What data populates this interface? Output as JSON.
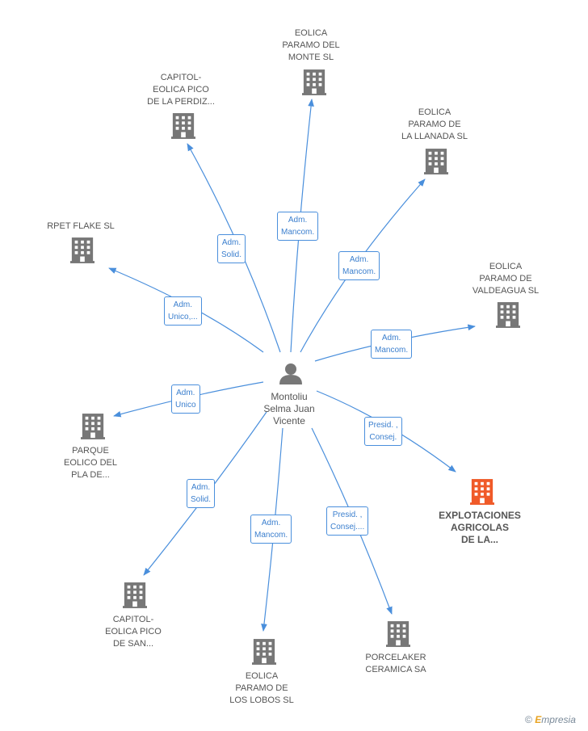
{
  "center": {
    "label": "Montoliu\nSelma Juan\nVicente",
    "icon": "person-icon"
  },
  "nodes": [
    {
      "id": "eolica-monte",
      "label": "EOLICA\nPARAMO DEL\nMONTE SL",
      "color": "#777777"
    },
    {
      "id": "capitol-perdiz",
      "label": "CAPITOL-\nEOLICA PICO\nDE LA PERDIZ...",
      "color": "#777777"
    },
    {
      "id": "eolica-llanada",
      "label": "EOLICA\nPARAMO DE\nLA LLANADA SL",
      "color": "#777777"
    },
    {
      "id": "rpet-flake",
      "label": "RPET FLAKE  SL",
      "color": "#777777"
    },
    {
      "id": "eolica-valdeagua",
      "label": "EOLICA\nPARAMO DE\nVALDEAGUA SL",
      "color": "#777777"
    },
    {
      "id": "parque-pla",
      "label": "PARQUE\nEOLICO DEL\nPLA DE...",
      "color": "#777777"
    },
    {
      "id": "explotaciones",
      "label": "EXPLOTACIONES\nAGRICOLAS\nDE LA...",
      "color": "#f05a28",
      "highlight": true
    },
    {
      "id": "capitol-san",
      "label": "CAPITOL-\nEOLICA PICO\nDE SAN...",
      "color": "#777777"
    },
    {
      "id": "eolica-lobos",
      "label": "EOLICA\nPARAMO DE\nLOS LOBOS SL",
      "color": "#777777"
    },
    {
      "id": "porcelaker",
      "label": "PORCELAKER\nCERAMICA SA",
      "color": "#777777"
    }
  ],
  "relations": [
    {
      "label": "Adm.\nMancom."
    },
    {
      "label": "Adm.\nSolid."
    },
    {
      "label": "Adm.\nMancom."
    },
    {
      "label": "Adm.\nUnico,..."
    },
    {
      "label": "Adm.\nMancom."
    },
    {
      "label": "Adm.\nUnico"
    },
    {
      "label": "Presid. ,\nConsej."
    },
    {
      "label": "Adm.\nSolid."
    },
    {
      "label": "Adm.\nMancom."
    },
    {
      "label": "Presid. ,\nConsej...."
    }
  ],
  "footer": {
    "copyright": "©",
    "brand_initial": "E",
    "brand_rest": "mpresia"
  },
  "colors": {
    "edge": "#4a8fdc",
    "building": "#777777",
    "highlight": "#f05a28"
  }
}
